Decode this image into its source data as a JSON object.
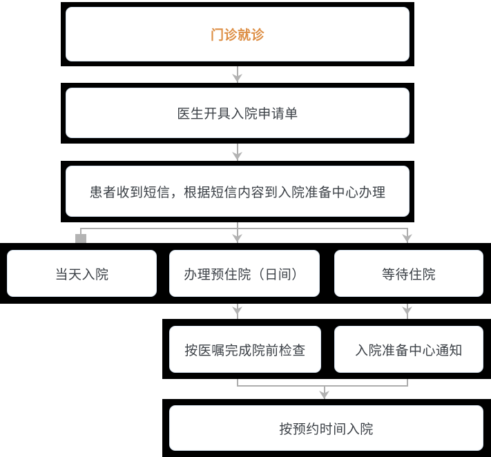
{
  "diagram": {
    "type": "flowchart",
    "topic": "hospital admission process",
    "colors": {
      "frame": "#000000",
      "node_fill": "#ffffff",
      "node_border": "#d8e4f1",
      "connector": "#b3b3b3",
      "text": "#3b4046",
      "title_text": "#dd8e44"
    },
    "nodes": {
      "outpatient": {
        "label": "门诊就诊"
      },
      "doctor_order": {
        "label": "医生开具入院申请单"
      },
      "sms_notice": {
        "label": "患者收到短信，根据短信内容到入院准备中心办理"
      },
      "same_day_admission": {
        "label": "当天入院"
      },
      "pre_hospitalization": {
        "label": "办理预住院（日间）"
      },
      "wait_admission": {
        "label": "等待住院"
      },
      "pre_admission_exam": {
        "label": "按医嘱完成院前检查"
      },
      "center_notification": {
        "label": "入院准备中心通知"
      },
      "scheduled_admission": {
        "label": "按预约时间入院"
      }
    }
  }
}
